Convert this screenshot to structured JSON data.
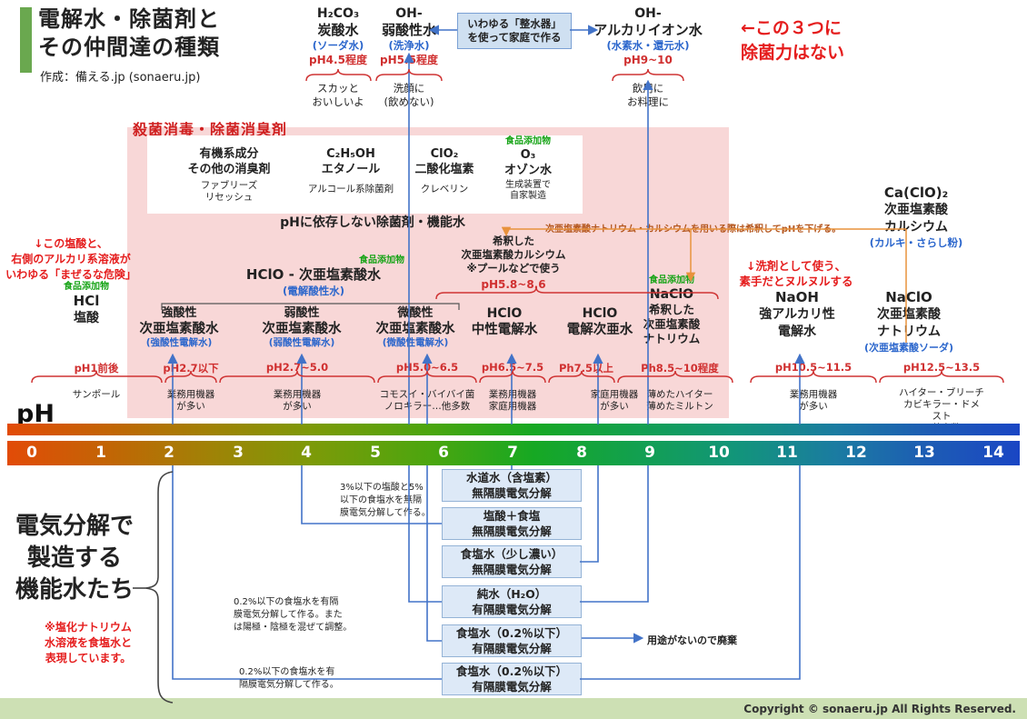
{
  "header": {
    "title": "電解水・除菌剤と\nその仲間達の種類",
    "author": "作成：備える.jp (sonaeru.jp)"
  },
  "top": {
    "items": [
      {
        "formula": "H₂CO₃",
        "name": "炭酸水",
        "alias": "(ソーダ水)",
        "ph": "pH4.5程度",
        "note": "スカッと\nおいしいよ"
      },
      {
        "formula": "OH-",
        "name": "弱酸性水",
        "alias": "(洗浄水)",
        "ph": "pH5.5程度",
        "note": "洗顔に\n(飲めない)"
      },
      {
        "formula": "OH-",
        "name": "アルカリイオン水",
        "alias": "(水素水・還元水)",
        "ph": "pH9~10",
        "note": "飲用に\nお料理に"
      }
    ],
    "maker_box": "いわゆる「整水器」\nを使って家庭で作る",
    "no_sanitize_note": "←この３つに\n除菌力はない"
  },
  "pink": {
    "title": "殺菌消毒・除菌消臭剤",
    "non_ph_label": "pHに依存しない除菌剤・機能水",
    "non_ph_items": [
      {
        "top": "有機系成分\nその他の消臭剤",
        "sub": "ファブリーズ\nリセッシュ"
      },
      {
        "top": "C₂H₅OH\nエタノール",
        "sub": "アルコール系除菌剤"
      },
      {
        "top": "ClO₂\n二酸化塩素",
        "sub": "クレベリン"
      },
      {
        "additive": "食品添加物",
        "top": "O₃\nオゾン水",
        "sub": "生成装置で\n自家製造"
      }
    ],
    "dilute_note": "次亜塩素酸ナトリウム・カルシウムを用いる際は希釈してpHを下げる。",
    "diluted_ca": {
      "name": "希釈した\n次亜塩素酸カルシウム\n※プールなどで使う",
      "ph": "pH5.8~8.6"
    },
    "mix_danger_note": "↓この塩酸と、\n右側のアルカリ系溶液が\nいわゆる「まぜるな危険」",
    "hclo_group": {
      "additive": "食品添加物",
      "name": "HClO - 次亜塩素酸水",
      "alias": "(電解酸性水)"
    }
  },
  "substances": [
    {
      "additive": "食品添加物",
      "formula": "HCl",
      "name": "塩酸"
    },
    {
      "grade": "強酸性",
      "name": "次亜塩素酸水",
      "alias": "(強酸性電解水)"
    },
    {
      "grade": "弱酸性",
      "name": "次亜塩素酸水",
      "alias": "(弱酸性電解水)"
    },
    {
      "grade": "微酸性",
      "name": "次亜塩素酸水",
      "alias": "(微酸性電解水)"
    },
    {
      "formula": "HClO",
      "name": "中性電解水"
    },
    {
      "formula": "HClO",
      "name": "電解次亜水"
    },
    {
      "additive": "食品添加物",
      "formula": "NaClO",
      "name": "希釈した\n次亜塩素酸\nナトリウム"
    },
    {
      "note": "↓洗剤として使う、\n素手だとヌルヌルする",
      "formula": "NaOH",
      "name": "強アルカリ性\n電解水"
    },
    {
      "formula": "NaClO",
      "name": "次亜塩素酸\nナトリウム",
      "alias": "(次亜塩素酸ソーダ)"
    },
    {
      "formula": "Ca(ClO)₂",
      "name": "次亜塩素酸\nカルシウム",
      "alias": "(カルキ・さらし粉)"
    }
  ],
  "ph_ranges": [
    {
      "label": "pH1前後",
      "desc": "サンポール"
    },
    {
      "label": "pH2.7以下",
      "desc": "業務用機器\nが多い"
    },
    {
      "label": "pH2.7~5.0",
      "desc": "業務用機器\nが多い"
    },
    {
      "label": "pH5.0~6.5",
      "desc": "コモスイ・バイバイ菌\nノロキラー…他多数"
    },
    {
      "label": "pH6.5~7.5",
      "desc": "業務用機器\n家庭用機器"
    },
    {
      "label": "Ph7.5以上",
      "desc": "家庭用機器\nが多い"
    },
    {
      "label": "Ph8.5~10程度",
      "desc": "薄めたハイター\n薄めたミルトン"
    },
    {
      "label": "pH10.5~11.5",
      "desc": "業務用機器\nが多い"
    },
    {
      "label": "pH12.5~13.5",
      "desc": "ハイター・ブリーチ\nカビキラー・ドメスト\n…他多数"
    }
  ],
  "scale": {
    "label": "pH",
    "ticks": [
      "0",
      "1",
      "2",
      "3",
      "4",
      "5",
      "6",
      "7",
      "8",
      "9",
      "10",
      "11",
      "12",
      "13",
      "14"
    ]
  },
  "bottom": {
    "group_label": "電気分解で\n製造する\n機能水たち",
    "salt_note": "※塩化ナトリウム\n水溶液を食塩水と\n表現しています。",
    "boxes": [
      "水道水（含塩素）\n無隔膜電気分解",
      "塩酸＋食塩\n無隔膜電気分解",
      "食塩水（少し濃い）\n無隔膜電気分解",
      "純水（H₂O）\n有隔膜電気分解",
      "食塩水（0.2％以下）\n有隔膜電気分解",
      "食塩水（0.2％以下）\n有隔膜電気分解"
    ],
    "annotations": [
      "3%以下の塩酸と5%\n以下の食塩水を無隔\n膜電気分解して作る。",
      "0.2%以下の食塩水を有隔\n膜電気分解して作る。また\nは陽極・陰極を混ぜて調整。",
      "0.2%以下の食塩水を有\n隔膜電気分解して作る。"
    ],
    "waste_note": "用途がないので廃棄"
  },
  "footer": {
    "copyright": "Copyright © sonaeru.jp All Rights Reserved."
  }
}
